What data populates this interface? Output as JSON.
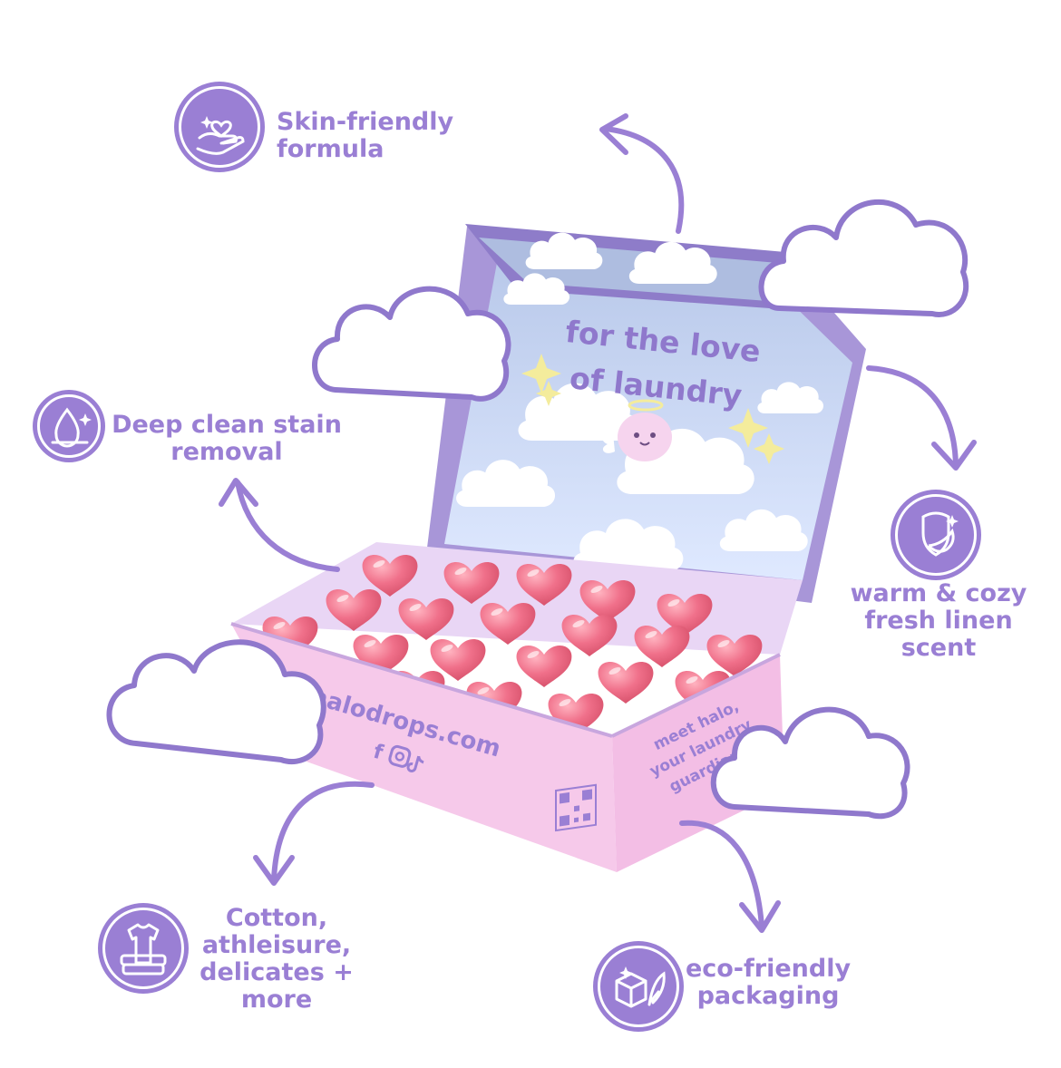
{
  "features": [
    {
      "id": "skin",
      "label": "Skin-friendly formula",
      "icon": "hand-heart-icon"
    },
    {
      "id": "stain",
      "label_lines": [
        "Deep clean stain",
        "removal"
      ],
      "icon": "drop-sparkle-icon"
    },
    {
      "id": "scent",
      "label_lines": [
        "warm & cozy",
        "fresh linen",
        "scent"
      ],
      "icon": "shield-leaf-icon"
    },
    {
      "id": "fabric",
      "label_lines": [
        "Cotton,",
        "athleisure,",
        "delicates +",
        "more"
      ],
      "icon": "folded-clothes-icon"
    },
    {
      "id": "eco",
      "label_lines": [
        "eco-friendly",
        "packaging"
      ],
      "icon": "box-feather-icon"
    }
  ],
  "box": {
    "lid_text_lines": [
      "for the love",
      "of laundry"
    ],
    "website": "halodrops.com",
    "side_text_lines": [
      "meet halo,",
      "your laundry",
      "guardian"
    ]
  },
  "colors": {
    "accent": "#9a7fd4",
    "box_pink": "#f6c9ea",
    "lid_sky": "#cfe0ff",
    "heart_pink": "#ef6f86"
  }
}
